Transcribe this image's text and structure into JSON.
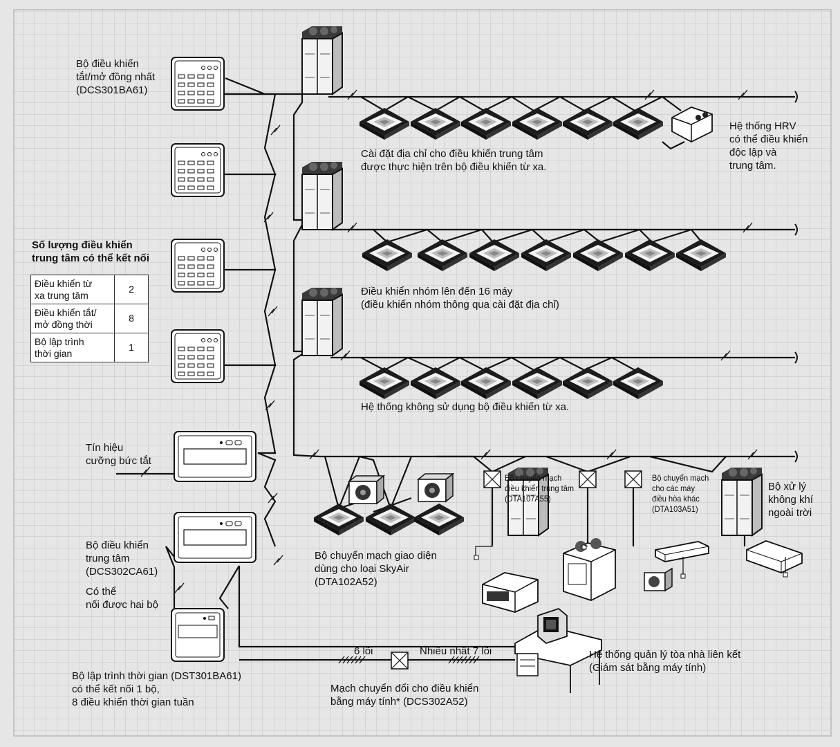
{
  "labels": {
    "onoff_controller": "Bộ điều khiển\ntắt/mở đồng nhất\n(DCS301BA61)",
    "central_title": "Số lượng điều khiển\ntrung tâm có thể kết nối",
    "forced_off": "Tín hiệu\ncưỡng bức tắt",
    "central_controller": "Bộ điều khiển\ntrung tâm\n(DCS302CA61)",
    "two_units": "Có thể\nnối được hai bộ",
    "timer": "Bộ lập trình thời gian (DST301BA61)\ncó thể kết nối 1 bộ,\n8 điều khiển thời gian tuần",
    "address_setting": "Cài đặt địa chỉ cho điều khiển trung tâm\nđược thực hiện trên bộ điều khiển từ xa.",
    "hrv": "Hệ thống HRV\ncó thể điều khiển\nđộc lập và\ntrung tâm.",
    "group_control": "Điều khiển nhóm lên đến 16 máy\n(điều khiển nhóm thông qua cài đặt địa chỉ)",
    "no_remote": "Hệ thống không sử dụng bộ điều khiển từ xa.",
    "skyair": "Bộ chuyển mạch giao diện\ndùng cho loại SkyAir\n(DTA102A52)",
    "central_switch": "Bộ chuyển mạch\nđiều khiển trung tâm\n(DTA107A55)",
    "other_ac_switch": "Bộ chuyển mạch\ncho các máy\nđiều hòa khác\n(DTA103A51)",
    "outdoor_air": "Bộ xử lý\nkhông khí\nngoài trời",
    "six_core": "6 lõi",
    "max_seven_core": "Nhiều nhất 7 lõi",
    "bms": "Hệ thống quản lý tòa nhà liên kết\n(Giám sát bằng máy tính)",
    "pc_adapter": "Mạch chuyển đổi cho điều khiển\nbằng máy tính* (DCS302A52)"
  },
  "central_table": [
    {
      "name": "Điều khiển từ\nxa trung tâm",
      "count": "2"
    },
    {
      "name": "Điều khiển tắt/\nmở đồng thời",
      "count": "8"
    },
    {
      "name": "Bộ lập trình\nthời gian",
      "count": "1"
    }
  ],
  "colors": {
    "background": "#e6e6e6",
    "grid": "#c4c4c4",
    "line": "#111111",
    "unit_fill": "#f2f2f2"
  }
}
